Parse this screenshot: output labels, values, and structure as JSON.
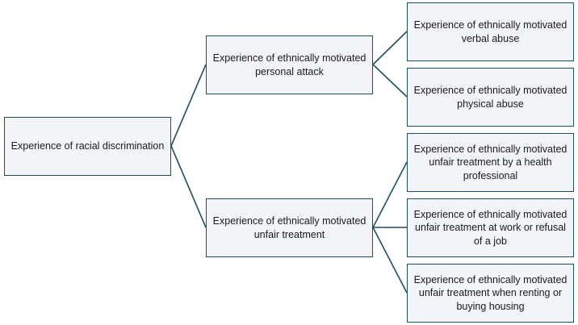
{
  "colors": {
    "border": "#1d4f63",
    "box_fill": "#f2f4f8",
    "text": "#1a1a1a"
  },
  "nodes": {
    "root": "Experience of racial discrimination",
    "personal_attack": "Experience of ethnically motivated personal attack",
    "verbal_abuse": "Experience of ethnically motivated verbal abuse",
    "physical_abuse": "Experience of ethnically motivated physical abuse",
    "unfair_treatment": "Experience of ethnically motivated unfair treatment",
    "health_professional": "Experience of ethnically motivated unfair treatment by a health professional",
    "work_job": "Experience of ethnically motivated unfair treatment at work or refusal of a job",
    "housing": "Experience of ethnically motivated unfair treatment when renting or buying housing"
  }
}
